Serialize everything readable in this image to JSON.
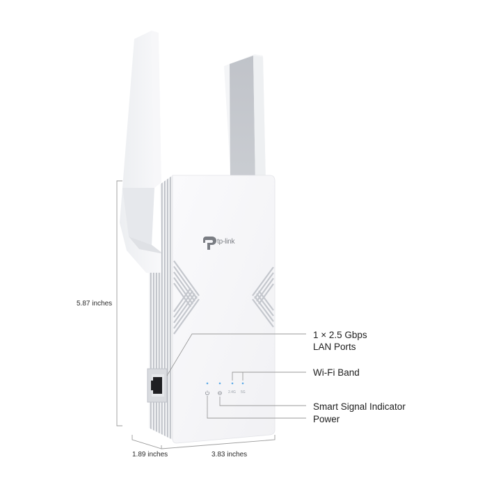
{
  "product": {
    "brand": "tp-link",
    "logo_icon": "tp-link-logo-icon",
    "colors": {
      "background": "#ffffff",
      "body_white": "#f6f6f8",
      "fin_grey": "#c9cbd1",
      "antenna_face_grey": "#c3c6cc",
      "led_blue": "#5aa9e6",
      "callout_line": "#9a9a9a",
      "text": "#1c1c1c"
    }
  },
  "dimensions": {
    "height": "5.87 inches",
    "depth": "1.89 inches",
    "width": "3.83 inches"
  },
  "callouts": {
    "lan_line1": "1 × 2.5 Gbps",
    "lan_line2": "LAN Ports",
    "wifi_band": "Wi-Fi Band",
    "smart_signal": "Smart Signal Indicator",
    "power": "Power"
  },
  "leds": [
    {
      "name": "power",
      "icon": "power-icon",
      "label": ""
    },
    {
      "name": "smart-signal",
      "icon": "signal-icon",
      "label": ""
    },
    {
      "name": "band-2g",
      "icon": "",
      "label": "2.4G"
    },
    {
      "name": "band-5g",
      "icon": "",
      "label": "5G"
    }
  ]
}
